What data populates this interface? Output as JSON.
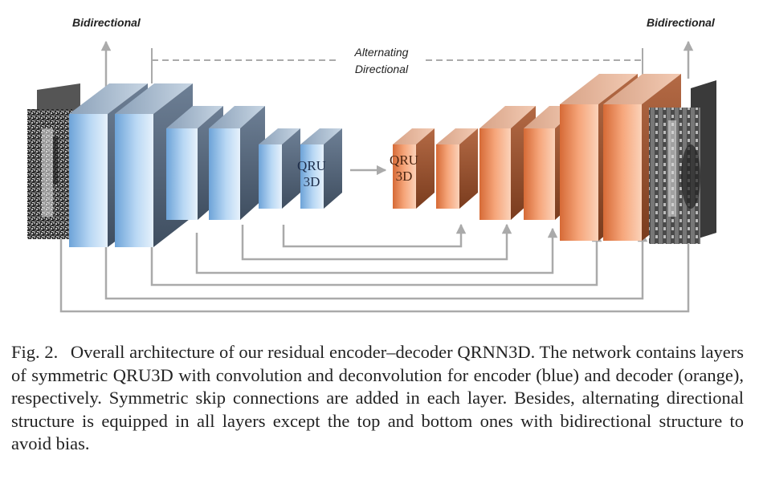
{
  "figure": {
    "label_left": "Bidirectional",
    "label_right": "Bidirectional",
    "label_middle_line1": "Alternating",
    "label_middle_line2": "Directional",
    "block_text_line1": "QRU",
    "block_text_line2": "3D",
    "colors": {
      "encoder": "#9cc6ec",
      "decoder": "#f3a37a",
      "connector": "#aaaaaa"
    }
  },
  "caption": {
    "fig_number": "Fig. 2.",
    "text": "Overall architecture of our residual encoder–decoder QRNN3D. The network contains layers of symmetric QRU3D with convolution and deconvolution for encoder (blue) and decoder (orange), respectively. Symmetric skip connections are added in each layer. Besides, alternating directional structure is equipped in all layers except the top and bottom ones with bidirectional structure to avoid bias."
  }
}
